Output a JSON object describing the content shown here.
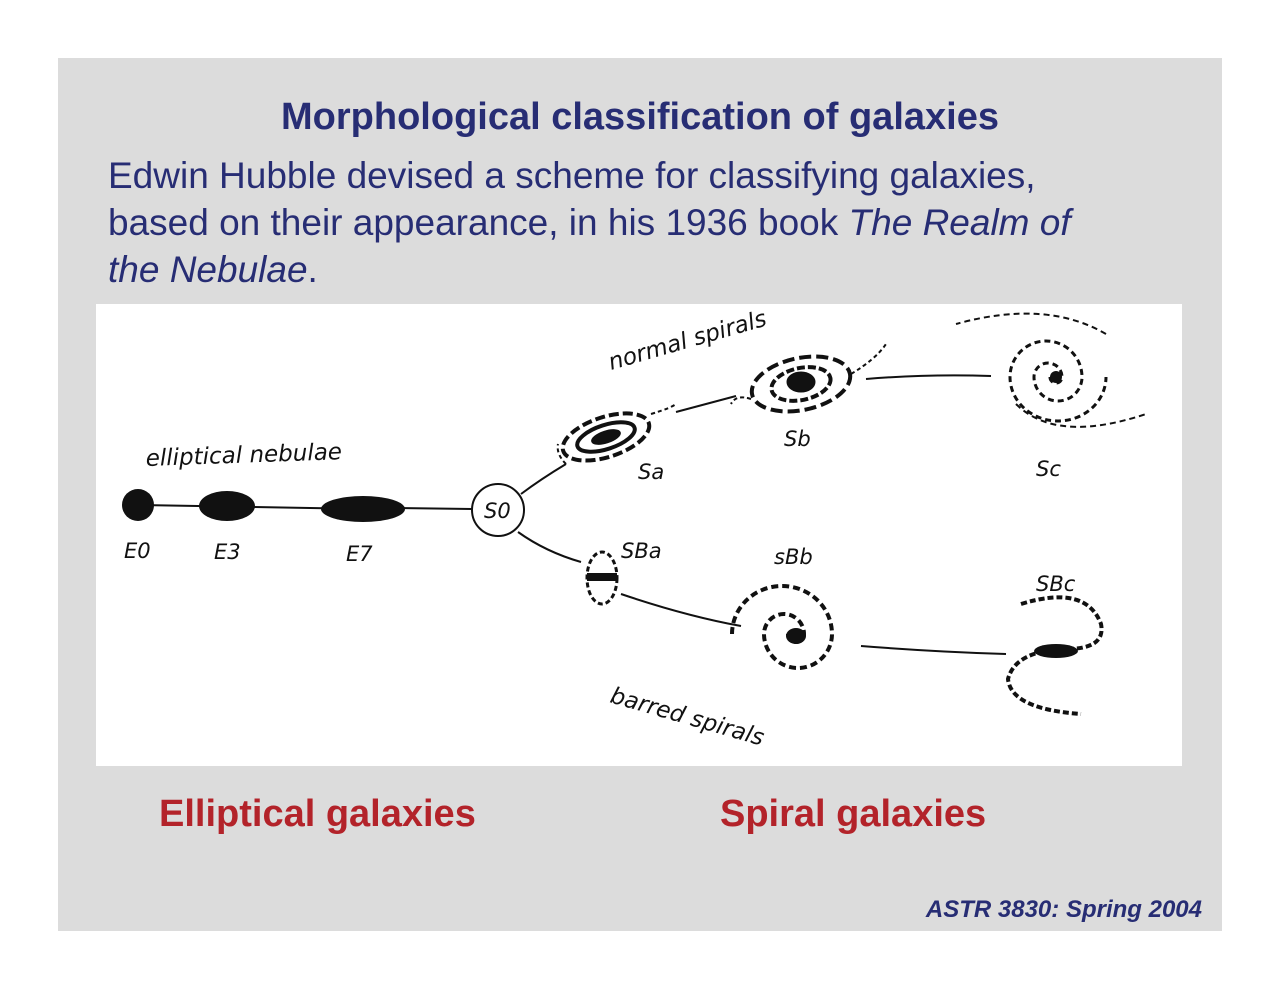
{
  "title": "Morphological classification of galaxies",
  "intro": {
    "part1": "Edwin Hubble devised a scheme for classifying galaxies, based on their appearance, in his 1936 book ",
    "book": "The Realm of the Nebulae",
    "period": "."
  },
  "diagram": {
    "elliptical_heading": "elliptical nebulae",
    "normal_heading": "normal spirals",
    "barred_heading": "barred spirals",
    "labels": {
      "e0": "E0",
      "e3": "E3",
      "e7": "E7",
      "s0": "S0",
      "sa": "Sa",
      "sb": "Sb",
      "sc": "Sc",
      "sba": "SBa",
      "sbb": "sBb",
      "sbc": "SBc"
    }
  },
  "captions": {
    "elliptical": "Elliptical galaxies",
    "spiral": "Spiral galaxies"
  },
  "footer": "ASTR 3830: Spring 2004",
  "colors": {
    "title_blue": "#272d74",
    "caption_red": "#b3232a",
    "slide_gray": "#dcdcdc"
  }
}
